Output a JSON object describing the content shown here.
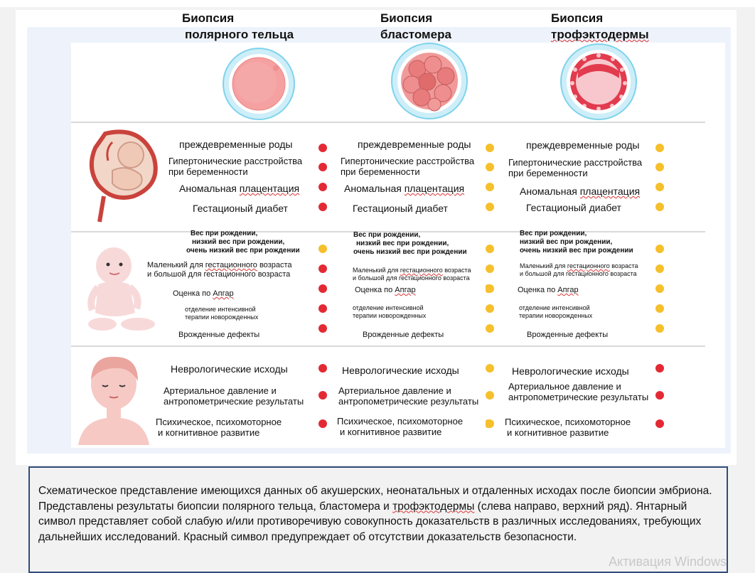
{
  "colors": {
    "red": "#e32a34",
    "amber": "#f6c02c"
  },
  "columns": [
    {
      "title_l1": "Биопсия",
      "title_l2": "полярного тельца"
    },
    {
      "title_l1": "Биопсия",
      "title_l2": "бластомера"
    },
    {
      "title_l1": "Биопсия",
      "title_l2": "трофэктодермы"
    }
  ],
  "groups": [
    {
      "name": "obstetric",
      "icon": "pregnancy-icon",
      "items": [
        {
          "label": "преждевременные роды",
          "status": [
            "red",
            "amber",
            "amber"
          ]
        },
        {
          "label_l1": "Гипертонические расстройства",
          "label_l2": "при беременности",
          "status": [
            "red",
            "amber",
            "amber"
          ]
        },
        {
          "label_pre": "Аномальная ",
          "label_u": "плацентация",
          "status": [
            "red",
            "amber",
            "amber"
          ]
        },
        {
          "label": "Гестационый диабет",
          "status": [
            "red",
            "amber",
            "amber"
          ]
        }
      ]
    },
    {
      "name": "neonatal",
      "icon": "infant-icon",
      "items": [
        {
          "label_l1": "Вес при рождении,",
          "label_l2": "низкий вес при рождении,",
          "label_l3": "очень низкий вес при рождении",
          "status": [
            "amber",
            "amber",
            "amber"
          ]
        },
        {
          "label_l1_pre": "Маленький для ",
          "label_l1_u": "гестационного",
          "label_l1_post": " возраста",
          "label_l2": "и большой для гестационного возраста",
          "status": [
            "red",
            "amber",
            "amber"
          ]
        },
        {
          "label_pre": "Оценка по ",
          "label_u": "Апгар",
          "status": [
            "red",
            "amber-half",
            "amber"
          ]
        },
        {
          "label_l1": "отделение интенсивной",
          "label_l2": "терапии новорожденных",
          "status": [
            "red",
            "amber",
            "amber"
          ]
        },
        {
          "label": "Врожденные дефекты",
          "status": [
            "red",
            "amber",
            "amber"
          ]
        }
      ]
    },
    {
      "name": "longterm",
      "icon": "child-icon",
      "items": [
        {
          "label": "Неврологические исходы",
          "status": [
            "red",
            "amber",
            "red"
          ]
        },
        {
          "label_l1": "Артериальное давление и",
          "label_l2": "антропометрические результаты",
          "status": [
            "red",
            "amber",
            "red"
          ]
        },
        {
          "label_l1": "Психическое, психомоторное",
          "label_l2": "и когнитивное развитие",
          "status": [
            "red",
            "amber-half",
            "red"
          ]
        }
      ]
    }
  ],
  "caption": {
    "text_1": "Схематическое представление имеющихся данных об акушерских, неонатальных и отдаленных исходах после биопсии эмбриона. Представлены результаты биопсии полярного тельца, бластомера и ",
    "text_u": "трофэктодермы",
    "text_2": " (слева направо, верхний ряд). Янтарный символ представляет собой слабую и/или противоречивую совокупность доказательств в различных исследованиях, требующих дальнейших исследований. Красный символ предупреждает об отсутствии доказательств безопасности."
  },
  "watermark": "Активация Windows"
}
